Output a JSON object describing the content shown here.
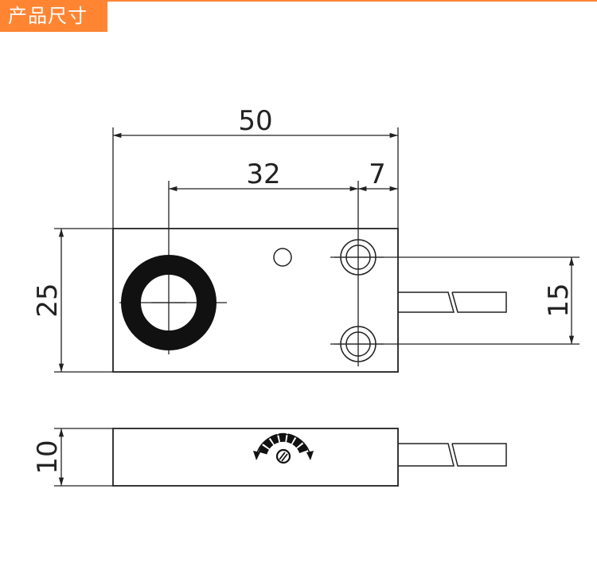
{
  "header": {
    "title": "产品尺寸"
  },
  "colors": {
    "accent": "#ff8533",
    "line": "#222222"
  },
  "dimensions": {
    "length": "50",
    "hole_to_sensor": "32",
    "hole_to_edge": "7",
    "width": "25",
    "hole_spacing": "15",
    "height": "10"
  },
  "icons": [
    "sensing-ring",
    "indicator-led",
    "mounting-hole",
    "cable",
    "sensitivity-adjuster-icon"
  ]
}
